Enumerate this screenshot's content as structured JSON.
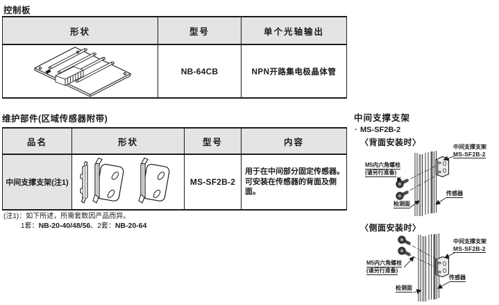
{
  "colors": {
    "header_bg": "#e4e4e4",
    "border": "#1a1a1a",
    "metal_gray": "#ececec"
  },
  "sections": {
    "control_board": "控制板",
    "maintenance_parts": "维护部件(区域传感器附带)"
  },
  "control_board_table": {
    "headers": [
      "形状",
      "型号",
      "单个光轴输出"
    ],
    "row": {
      "shape_image": "control-board-pcb-drawing",
      "model": "NB-64CB",
      "output": "NPN开路集电极晶体管"
    }
  },
  "maintenance_table": {
    "headers": [
      "品名",
      "形状",
      "型号",
      "内容"
    ],
    "row": {
      "name": "中间支撑支架(注1)",
      "shape_image": "mid-support-bracket-drawing",
      "model": "MS-SF2B-2",
      "content": "用于在中间部分固定传感器。可安装在传感器的背面及侧面。"
    }
  },
  "note": {
    "line1": "(注1)：如下所述，所需套数因产品而异。",
    "line2": {
      "prefix": "1套：",
      "models_a": "NB-20-40/48/56",
      "middle": "、2套：",
      "models_b": "NB-20-64"
    }
  },
  "bracket_section": {
    "title": "中间支撑支架",
    "bullet": "·",
    "model": "MS-SF2B-2",
    "back_mount": "〈背面安装时〉",
    "side_mount": "〈侧面安装时〉",
    "labels": {
      "bracket_name": "中间支撑支架",
      "bracket_model": "MS-SF2B-2",
      "bolt": "M5内六角螺栓",
      "bolt_note": "(请另行准备)",
      "detection_face": "检测面",
      "sensor": "传感器"
    }
  }
}
